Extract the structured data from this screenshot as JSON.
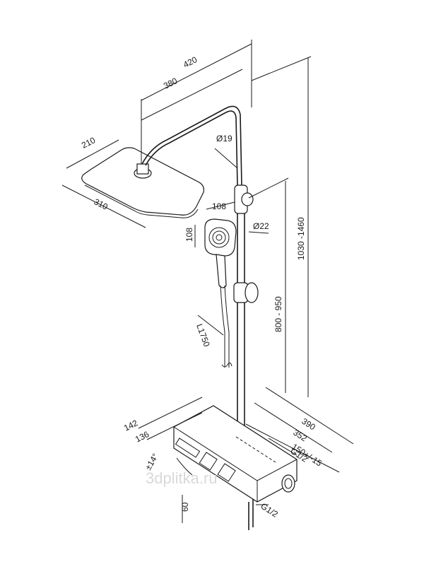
{
  "colors": {
    "line": "#1a1a1a",
    "paper": "#ffffff",
    "watermark": "#d9d9d9"
  },
  "dims": {
    "arm_outer": "420",
    "arm_inner": "380",
    "head_depth": "210",
    "head_width": "310",
    "pipe_dia": "Ø19",
    "hand_width": "108",
    "hand_height": "108",
    "bar_dia": "Ø22",
    "hose_len": "L1750",
    "slide_range": "800 - 950",
    "total_height": "1030 -1460",
    "depth_outer": "142",
    "depth_inner": "136",
    "tilt": "±14°",
    "width_outer": "390",
    "width_inner": "352",
    "spacing": "150+/-15",
    "thread_top": "G1/2",
    "thread_bottom": "G1/2",
    "drop": "60"
  },
  "watermark": "3dplitka.ru"
}
